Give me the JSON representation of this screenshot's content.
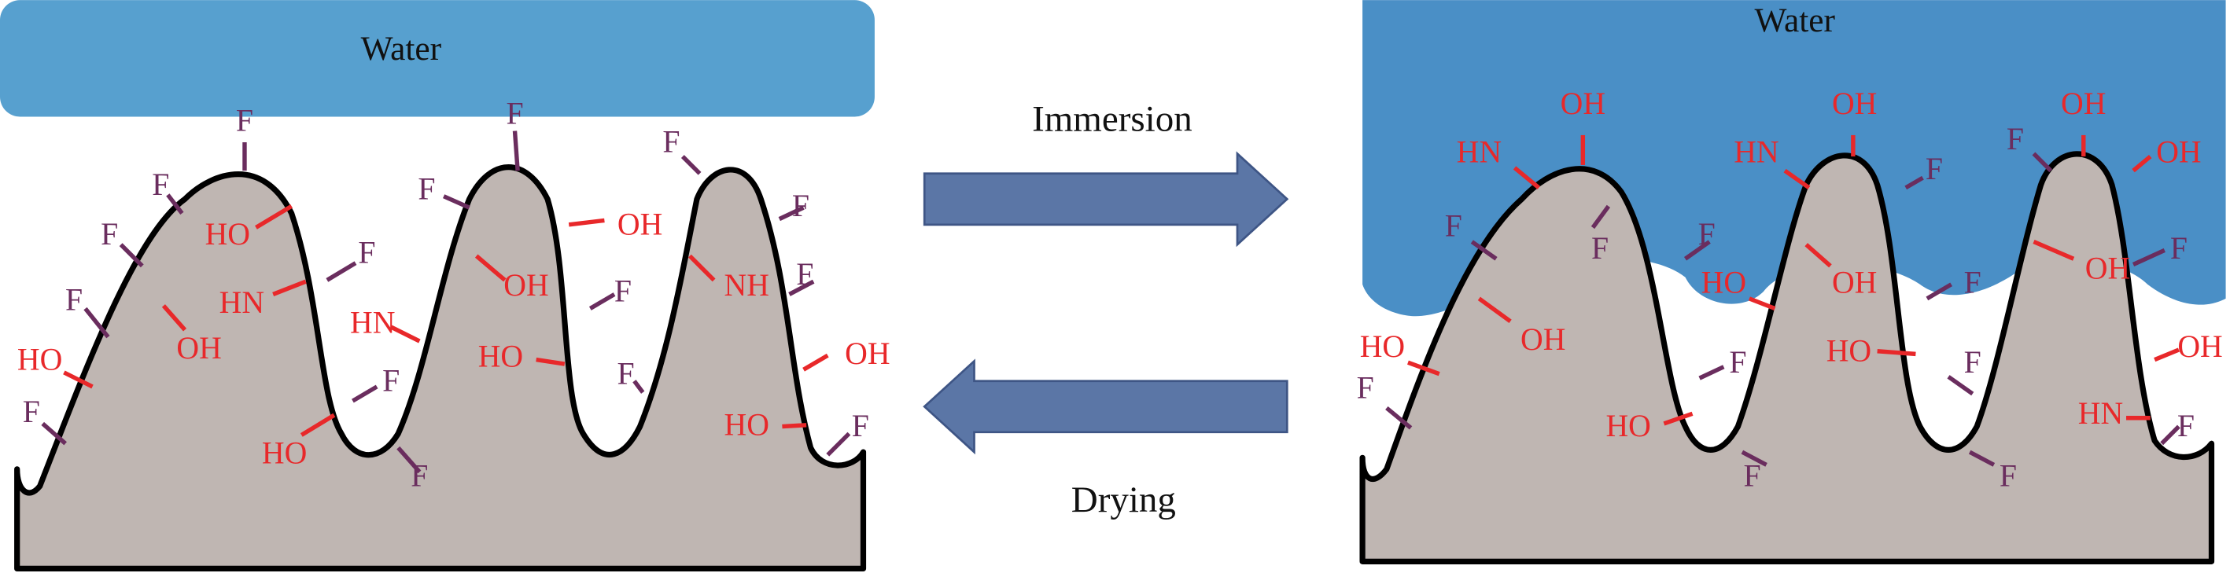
{
  "left_panel": {
    "water_label": "Water",
    "groups": [
      "F",
      "F",
      "HO",
      "F",
      "HN",
      "F",
      "F",
      "OH",
      "HN",
      "HO",
      "F",
      "HO",
      "F",
      "F",
      "F",
      "F",
      "OH",
      "OH",
      "F",
      "HO",
      "F",
      "F",
      "F",
      "NH",
      "F",
      "OH",
      "HO",
      "F"
    ]
  },
  "right_panel": {
    "water_label": "Water",
    "groups": [
      "HN",
      "OH",
      "F",
      "F",
      "OH",
      "HO",
      "F",
      "HO",
      "F",
      "HN",
      "OH",
      "F",
      "OH",
      "F",
      "F",
      "HO",
      "HO",
      "F",
      "F",
      "F",
      "F",
      "OH",
      "OH",
      "F",
      "OH",
      "OH",
      "HN",
      "F"
    ]
  },
  "arrows": {
    "immersion_label": "Immersion",
    "drying_label": "Drying"
  },
  "colors": {
    "water_left": "#57a0cf",
    "water_right": "#4a8fc6",
    "substrate": "#bfb6b2",
    "fluorine": "#6a2d5e",
    "hydrophilic": "#e8282a",
    "arrow": "#5b76a6"
  }
}
